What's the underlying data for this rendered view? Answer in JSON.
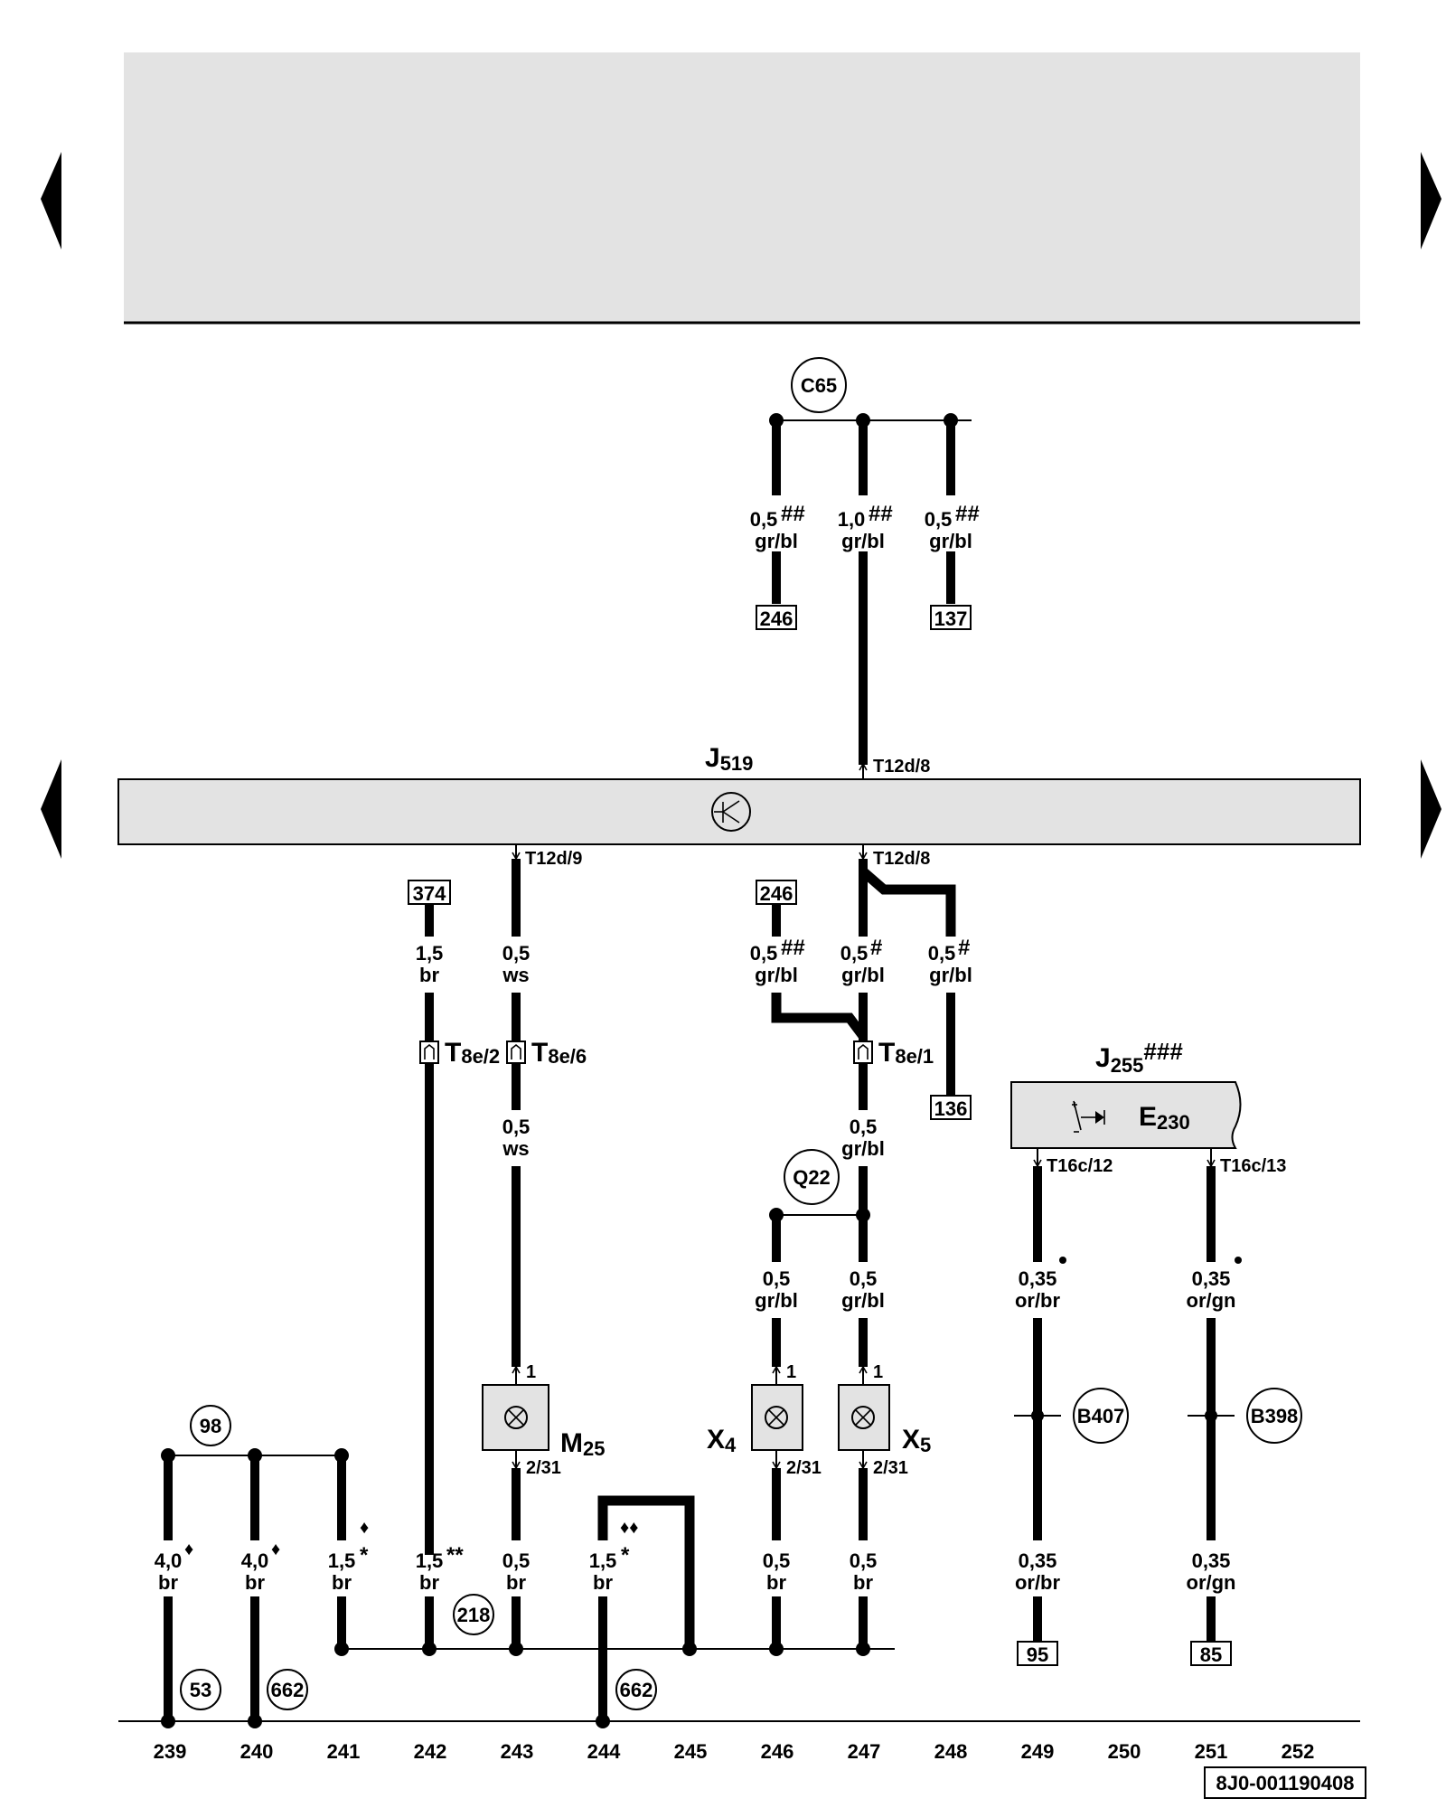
{
  "header": {},
  "doc_code": "8J0-001190408",
  "components": {
    "j519": {
      "name": "J",
      "sub": "519"
    },
    "j255": {
      "name": "J",
      "sub": "255",
      "sup": "###"
    },
    "e230": {
      "name": "E",
      "sub": "230"
    },
    "m25": {
      "name": "M",
      "sub": "25"
    },
    "x4": {
      "name": "X",
      "sub": "4"
    },
    "x5": {
      "name": "X",
      "sub": "5"
    }
  },
  "circles": {
    "c65": "C65",
    "q22": "Q22",
    "c98": "98",
    "c218": "218",
    "c53": "53",
    "c662a": "662",
    "c662b": "662",
    "b407": "B407",
    "b398": "B398"
  },
  "boxes": {
    "b246_top": "246",
    "b137": "137",
    "b374": "374",
    "b246_mid": "246",
    "b136": "136",
    "b95": "95",
    "b85": "85"
  },
  "pins": {
    "t12d8_top": "T12d/8",
    "t12d9": "T12d/9",
    "t12d8_bot": "T12d/8",
    "t16c12": "T16c/12",
    "t16c13": "T16c/13",
    "m25_1": "1",
    "m25_2": "2/31",
    "x4_1": "1",
    "x4_2": "2/31",
    "x5_1": "1",
    "x5_2": "2/31"
  },
  "connectors": {
    "t8e2": {
      "name": "T",
      "sub": "8e/2"
    },
    "t8e6": {
      "name": "T",
      "sub": "8e/6"
    },
    "t8e1": {
      "name": "T",
      "sub": "8e/1"
    }
  },
  "wires": {
    "top_l": {
      "size": "0,5",
      "mark": "##",
      "color": "gr/bl"
    },
    "top_m": {
      "size": "1,0",
      "mark": "##",
      "color": "gr/bl"
    },
    "top_r": {
      "size": "0,5",
      "mark": "##",
      "color": "gr/bl"
    },
    "w242a": {
      "size": "1,5",
      "color": "br"
    },
    "w243a": {
      "size": "0,5",
      "color": "ws"
    },
    "w243b": {
      "size": "0,5",
      "color": "ws"
    },
    "w246a": {
      "size": "0,5",
      "mark": "##",
      "color": "gr/bl"
    },
    "w247a": {
      "size": "0,5",
      "mark": "#",
      "color": "gr/bl"
    },
    "w248a": {
      "size": "0,5",
      "mark": "#",
      "color": "gr/bl"
    },
    "w247b": {
      "size": "0,5",
      "color": "gr/bl"
    },
    "w246c": {
      "size": "0,5",
      "color": "gr/bl"
    },
    "w247c": {
      "size": "0,5",
      "color": "gr/bl"
    },
    "w249a": {
      "size": "0,35",
      "color": "or/br"
    },
    "w251a": {
      "size": "0,35",
      "color": "or/gn"
    },
    "w239": {
      "size": "4,0",
      "color": "br"
    },
    "w240": {
      "size": "4,0",
      "color": "br"
    },
    "w241": {
      "size": "1,5",
      "mark": "*",
      "color": "br"
    },
    "w242b": {
      "size": "1,5",
      "mark": "**",
      "color": "br"
    },
    "w243c": {
      "size": "0,5",
      "color": "br"
    },
    "w244": {
      "size": "1,5",
      "mark": "*",
      "color": "br"
    },
    "w246d": {
      "size": "0,5",
      "color": "br"
    },
    "w247d": {
      "size": "0,5",
      "color": "br"
    },
    "w249b": {
      "size": "0,35",
      "color": "or/br"
    },
    "w251b": {
      "size": "0,35",
      "color": "or/gn"
    }
  },
  "scale": [
    "239",
    "240",
    "241",
    "242",
    "243",
    "244",
    "245",
    "246",
    "247",
    "248",
    "249",
    "250",
    "251",
    "252"
  ]
}
